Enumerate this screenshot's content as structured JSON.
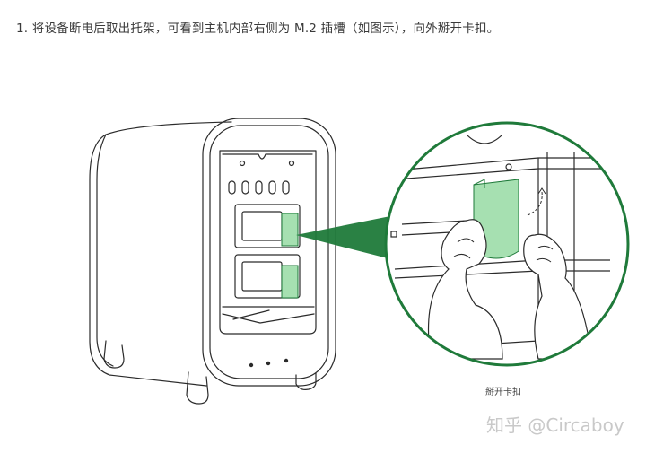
{
  "instruction": {
    "step_number": "1.",
    "text": "将设备断电后取出托架，可看到主机内部右侧为 M.2 插槽（如图示），向外掰开卡扣。"
  },
  "illustration": {
    "callout_caption": "掰开卡扣",
    "accent_color": "#1f7a3a",
    "highlight_color": "#a6e0b1",
    "line_color": "#2b2b2b"
  },
  "watermark": {
    "text": "知乎 @Circaboy"
  }
}
